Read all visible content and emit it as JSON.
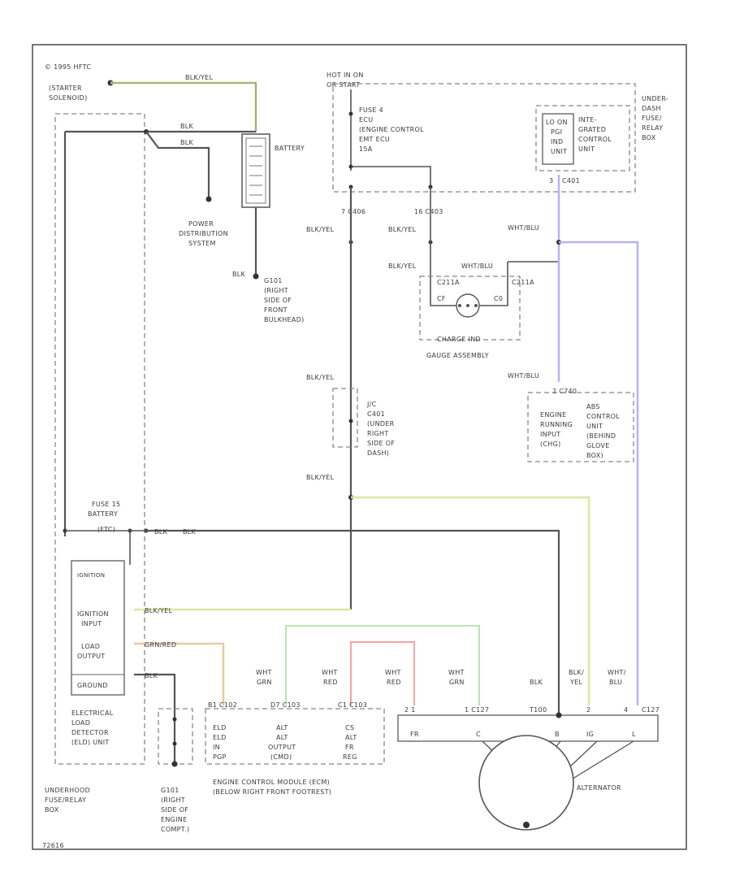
{
  "colors": {
    "wire_gray": "#555555",
    "wire_yellow": "#dfe6a0",
    "wire_green": "#b6e7b0",
    "wire_red": "#f3a5a5",
    "wire_blue": "#b4b4f5",
    "wire_orange": "#e8c9a0",
    "frame": "#555555"
  },
  "labels": {
    "copyright": "© 1995 HFTC",
    "starter_solenoid": [
      "(STARTER",
      "SOLENOID)"
    ],
    "wire_blk_yel_top": "BLK/YEL",
    "wire_blk_1": "BLK",
    "wire_blk_2": "BLK",
    "battery": "BATTERY",
    "power_distribution": [
      "POWER",
      "DISTRIBUTION",
      "SYSTEM"
    ],
    "g101": [
      "G101",
      "(RIGHT",
      "SIDE OF",
      "FRONT",
      "BULKHEAD)"
    ],
    "blk_g101": "BLK",
    "hot_in_on": [
      "HOT IN ON",
      "OR START"
    ],
    "fuse4": [
      "FUSE 4",
      "ECU",
      "(ENGINE CONTROL",
      "EMT ECU",
      "15A"
    ],
    "under_dash_box": [
      "UNDER-",
      "DASH",
      "FUSE/",
      "RELAY",
      "BOX"
    ],
    "integrated_control": [
      "INTE-",
      "GRATED",
      "CONTROL",
      "UNIT"
    ],
    "igon_box": [
      "LO ON",
      "PGI",
      "IND",
      "UNIT"
    ],
    "c401": "C401",
    "pin3": "3",
    "pin7_c406": "7  C406",
    "pin16_c403": "16  C403",
    "blk_yel_a": "BLK/YEL",
    "blk_yel_b": "BLK/YEL",
    "blk_yel_c": "BLK/YEL",
    "blk_yel_d": "BLK/YEL",
    "blk_yel_e": "BLK/YEL",
    "wht_blu_a": "WHT/BLU",
    "wht_blu_b": "WHT/BLU",
    "wht_blu_c": "WHT/BLU",
    "c211_a": "C211A",
    "c211_b": "C211A",
    "gauge_cf": "CF",
    "gauge_c0": "C0",
    "gauge_lamp": "CHARGE IND",
    "gauge_assembly": "GAUGE ASSEMBLY",
    "pin_c740": "2  C740",
    "srs_unit": [
      "ABS",
      "CONTROL",
      "UNIT",
      "(BEHIND",
      "GLOVE",
      "BOX)"
    ],
    "engine_running_input": [
      "ENGINE",
      "RUNNING",
      "INPUT",
      "(CHG)"
    ],
    "j101": [
      "J/C",
      "C401",
      "(UNDER",
      "RIGHT",
      "SIDE OF",
      "DASH)"
    ],
    "fuse15": [
      "FUSE 15",
      "BATTERY"
    ],
    "fuse15_rating": "(FTC)",
    "blk_fuse15": "BLK",
    "blk_fuse15_b": "BLK",
    "eld_ignition": [
      "IGNITION",
      "INPUT"
    ],
    "eld_load": [
      "LOAD",
      "OUTPUT"
    ],
    "eld_ground": "GROUND",
    "eld_label": [
      "ELECTRICAL",
      "LOAD",
      "DETECTOR",
      "(ELD) UNIT"
    ],
    "eld_pin_blk_yel": "BLK/YEL",
    "eld_pin_grn_red": "GRN/RED",
    "eld_pin_blk": "BLK",
    "underhood_box": [
      "UNDERHOOD",
      "FUSE/RELAY",
      "BOX"
    ],
    "g101_engine": [
      "G101",
      "(RIGHT",
      "SIDE OF",
      "ENGINE",
      "COMPT.)"
    ],
    "ecm_wire1": [
      "WHT",
      "GRN"
    ],
    "ecm_wire2": [
      "WHT",
      "RED"
    ],
    "ecm_wire3": [
      "WHT",
      "RED"
    ],
    "ecm_wire4": [
      "WHT",
      "GRN"
    ],
    "alt_wire_blk": "BLK",
    "alt_wire_blk_yel": [
      "BLK/",
      "YEL"
    ],
    "alt_wire_wht_blu": [
      "WHT/",
      "BLU"
    ],
    "ecm_pin_a": "B1  C102",
    "ecm_pin_b": "D7  C103",
    "ecm_pin_c": "C1  C103",
    "ecm_sec1": [
      "ELD",
      "ELD",
      "IN",
      "PGP"
    ],
    "ecm_sec2": [
      "ALT",
      "ALT",
      "OUTPUT",
      "(CMD)"
    ],
    "ecm_sec3": [
      "CS",
      "ALT",
      "FR",
      "REG"
    ],
    "ecm_label": [
      "ENGINE CONTROL MODULE (ECM)",
      "(BELOW RIGHT FRONT FOOTREST)"
    ],
    "alt_pin1": "2 1",
    "alt_pin2": "1  C127",
    "alt_pin3": "T100",
    "alt_pin4": "2",
    "alt_pin5": "4",
    "alt_pin6": "C127",
    "alt_term_ig": "FR",
    "alt_term_c": "C",
    "alt_term_b": "B",
    "alt_term_ig2": "IG",
    "alt_term_l": "L",
    "alternator": "ALTERNATOR",
    "footer": "72616"
  }
}
